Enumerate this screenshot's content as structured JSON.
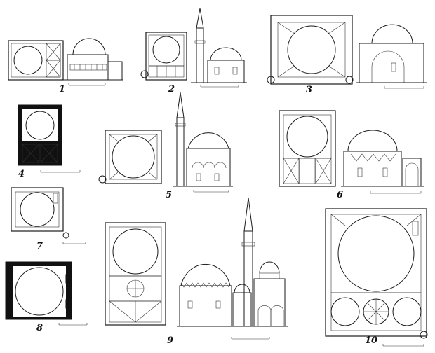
{
  "figure": {
    "panels": [
      {
        "id": "panel-1",
        "number": "1",
        "views": [
          "plan",
          "section"
        ]
      },
      {
        "id": "panel-2",
        "number": "2",
        "views": [
          "plan",
          "elevation-with-minaret"
        ]
      },
      {
        "id": "panel-3",
        "number": "3",
        "views": [
          "plan",
          "section"
        ]
      },
      {
        "id": "panel-4",
        "number": "4",
        "views": [
          "plan"
        ]
      },
      {
        "id": "panel-5",
        "number": "5",
        "views": [
          "plan",
          "elevation-with-minaret"
        ]
      },
      {
        "id": "panel-6",
        "number": "6",
        "views": [
          "plan",
          "section"
        ]
      },
      {
        "id": "panel-7",
        "number": "7",
        "views": [
          "plan"
        ]
      },
      {
        "id": "panel-8",
        "number": "8",
        "views": [
          "plan"
        ]
      },
      {
        "id": "panel-9",
        "number": "9",
        "views": [
          "plan",
          "elevation-with-minaret"
        ]
      },
      {
        "id": "panel-10",
        "number": "10",
        "views": [
          "plan"
        ]
      }
    ],
    "colors": {
      "ink": "#1a1a1a",
      "fill_dark": "#111111",
      "paper": "#ffffff"
    }
  }
}
